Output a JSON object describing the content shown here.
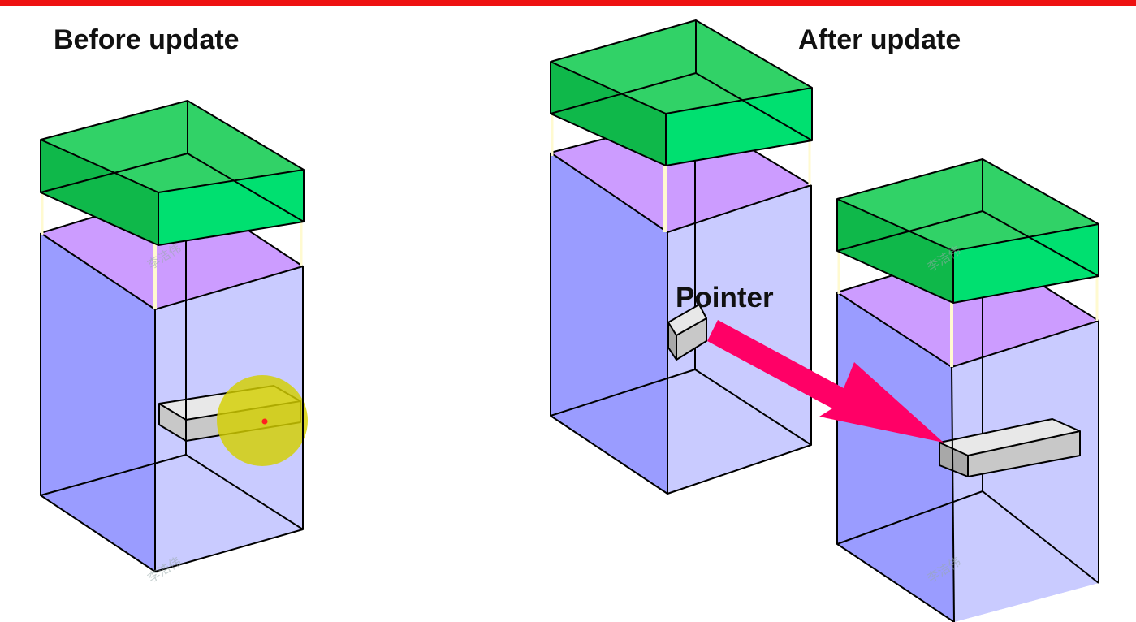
{
  "header": {
    "accent_color": "#ee1111"
  },
  "titles": {
    "before": "Before update",
    "after": "After update",
    "pointer": "Pointer"
  },
  "watermark": {
    "text": "李洁伟"
  },
  "colors": {
    "lid_top": "#1fce5a",
    "lid_side": "#00e070",
    "lid_front": "#0fb84a",
    "membrane": "#cc9cff",
    "box_front": "#9a9cff",
    "box_side": "#c9cbff",
    "box_inner": "#c8caff",
    "pillar": "#fffad0",
    "block_top": "#e8e8e8",
    "block_front": "#c8c8c8",
    "block_end": "#a8a8a8",
    "highlight": "#d4d000",
    "arrow": "#ff0066",
    "point": "#ff2020"
  }
}
